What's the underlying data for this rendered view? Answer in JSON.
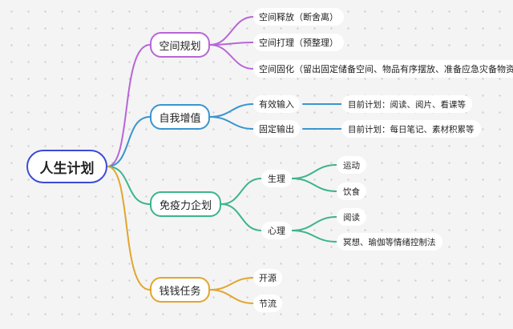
{
  "root": "人生计划",
  "branches": [
    {
      "label": "空间规划",
      "color": "#b766d6",
      "children": [
        {
          "label": "空间释放（断舍离）"
        },
        {
          "label": "空间打理（预整理）"
        },
        {
          "label": "空间固化（留出固定储备空间、物品有序摆放、准备应急灾备物资）"
        }
      ]
    },
    {
      "label": "自我增值",
      "color": "#3a95cf",
      "children": [
        {
          "label": "有效输入",
          "children": [
            "目前计划：阅读、阅片、看课等"
          ]
        },
        {
          "label": "固定输出",
          "children": [
            "目前计划：每日笔记、素材积累等"
          ]
        }
      ]
    },
    {
      "label": "免疫力企划",
      "color": "#3db58a",
      "children": [
        {
          "label": "生理",
          "children": [
            "运动",
            "饮食"
          ]
        },
        {
          "label": "心理",
          "children": [
            "阅读",
            "冥想、瑜伽等情绪控制法"
          ]
        }
      ]
    },
    {
      "label": "钱钱任务",
      "color": "#e2a52e",
      "children": [
        {
          "label": "开源"
        },
        {
          "label": "节流"
        }
      ]
    }
  ]
}
